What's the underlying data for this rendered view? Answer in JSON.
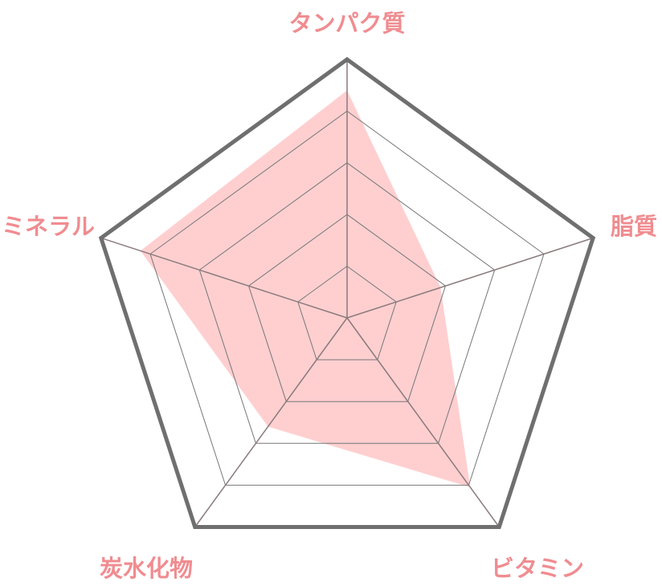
{
  "chart_data": {
    "type": "radar",
    "axes": [
      "タンパク質",
      "脂質",
      "ビタミン",
      "炭水化物",
      "ミネラル"
    ],
    "values": [
      0.88,
      0.38,
      0.81,
      0.52,
      0.84
    ],
    "range": [
      0,
      1
    ],
    "grid_levels": [
      0.2,
      0.4,
      0.6,
      0.8,
      1.0
    ],
    "colors": {
      "fill": "#ffcfd0",
      "label": "#f08c90",
      "outer_frame": "#6f6f6f",
      "grid": "#777777",
      "spoke": "#8a7a7c"
    }
  }
}
